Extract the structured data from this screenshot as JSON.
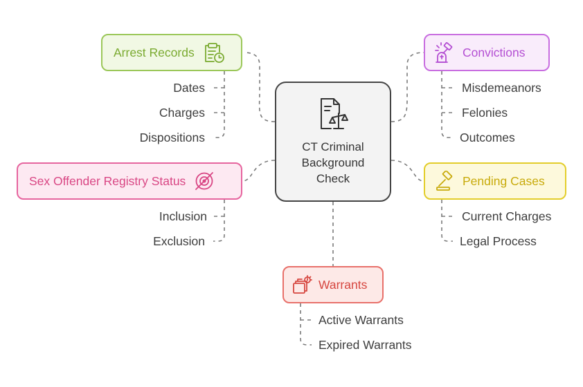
{
  "center": {
    "title": "CT Criminal\nBackground\nCheck",
    "icon": "document-scales-icon"
  },
  "branches": {
    "arrest": {
      "label": "Arrest Records",
      "icon": "clipboard-clock-icon",
      "color": "#9bc759",
      "items": [
        "Dates",
        "Charges",
        "Dispositions"
      ]
    },
    "convictions": {
      "label": "Convictions",
      "icon": "gavel-tombstone-icon",
      "color": "#c86de0",
      "items": [
        "Misdemeanors",
        "Felonies",
        "Outcomes"
      ]
    },
    "registry": {
      "label": "Sex Offender Registry Status",
      "icon": "crossed-target-icon",
      "color": "#e6649e",
      "items": [
        "Inclusion",
        "Exclusion"
      ]
    },
    "pending": {
      "label": "Pending Cases",
      "icon": "gavel-icon",
      "color": "#e3cd2a",
      "items": [
        "Current Charges",
        "Legal Process"
      ]
    },
    "warrants": {
      "label": "Warrants",
      "icon": "documents-gear-icon",
      "color": "#e8706a",
      "items": [
        "Active Warrants",
        "Expired Warrants"
      ]
    }
  }
}
